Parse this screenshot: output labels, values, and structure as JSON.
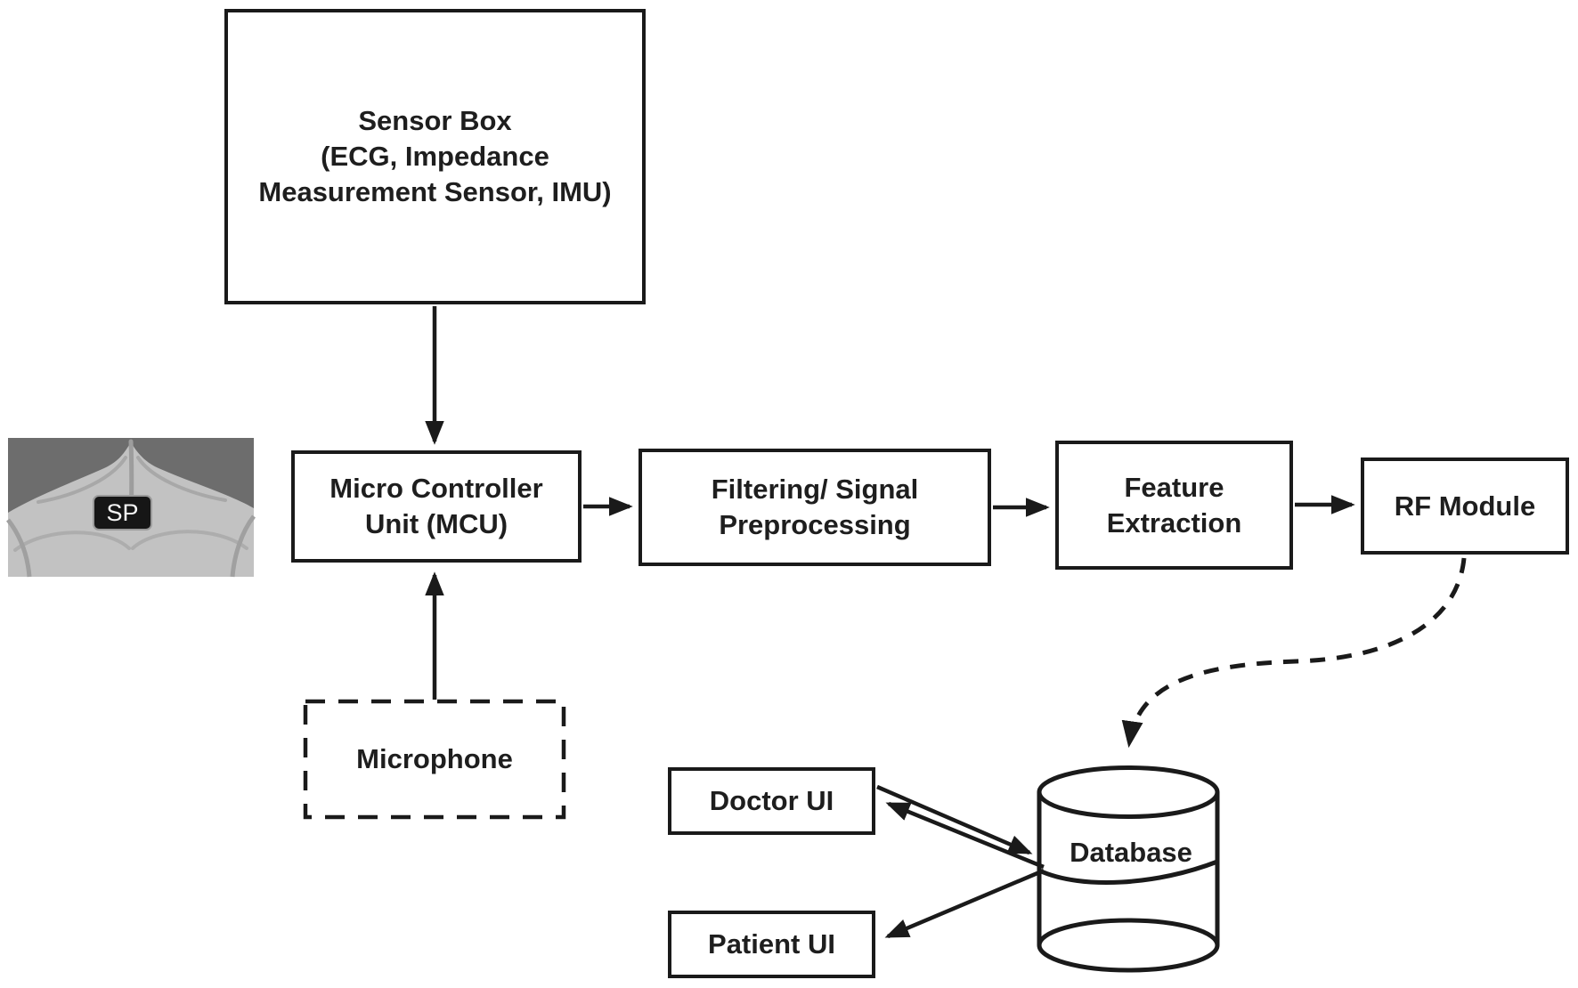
{
  "meta": {
    "background_color": "#ffffff",
    "ink_color": "#1a1a1a",
    "photo_bg_color": "#6d6d6d",
    "photo_skin_color": "#c2c2c2",
    "badge_bg_color": "#161616",
    "badge_text_color": "#f5f5f5"
  },
  "diagram": {
    "sensor_box": {
      "lines": [
        "Sensor Box",
        "(ECG, Impedance",
        "Measurement Sensor, IMU)"
      ]
    },
    "mcu": {
      "lines": [
        "Micro Controller",
        "Unit (MCU)"
      ]
    },
    "filtering": {
      "lines": [
        "Filtering/ Signal",
        "Preprocessing"
      ]
    },
    "feature_extraction": {
      "lines": [
        "Feature",
        "Extraction"
      ]
    },
    "rf_module": {
      "lines": [
        "RF Module"
      ]
    },
    "microphone": {
      "lines": [
        "Microphone"
      ]
    },
    "doctor_ui": {
      "lines": [
        "Doctor UI"
      ]
    },
    "patient_ui": {
      "lines": [
        "Patient UI"
      ]
    },
    "database": {
      "label": "Database"
    },
    "body_photo": {
      "badge": "SP",
      "description": "grayscale photo of a human chest (sensor placement)"
    },
    "connections": [
      {
        "from": "sensor_box",
        "to": "mcu",
        "style": "solid",
        "arrow": "to"
      },
      {
        "from": "microphone",
        "to": "mcu",
        "style": "solid",
        "arrow": "to"
      },
      {
        "from": "mcu",
        "to": "filtering",
        "style": "solid",
        "arrow": "to"
      },
      {
        "from": "filtering",
        "to": "feature_extraction",
        "style": "solid",
        "arrow": "to"
      },
      {
        "from": "feature_extraction",
        "to": "rf_module",
        "style": "solid",
        "arrow": "to"
      },
      {
        "from": "rf_module",
        "to": "database",
        "style": "dashed",
        "arrow": "to"
      },
      {
        "from": "doctor_ui",
        "to": "database",
        "style": "solid",
        "arrow": "to"
      },
      {
        "from": "database",
        "to": "doctor_ui",
        "style": "solid",
        "arrow": "to"
      },
      {
        "from": "database",
        "to": "patient_ui",
        "style": "solid",
        "arrow": "to"
      }
    ]
  }
}
